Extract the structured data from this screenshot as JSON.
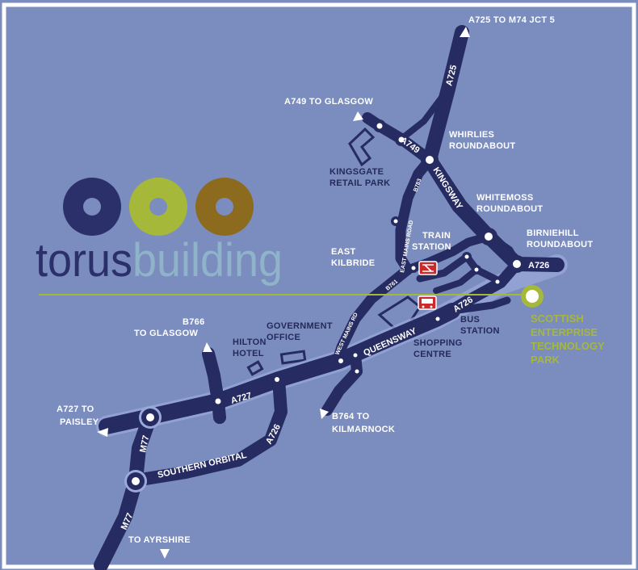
{
  "colors": {
    "background": "#7b8cbe",
    "frame": "#ffffff",
    "road": "#262b62",
    "site_marker": "#a6b83a",
    "logo_dark": "#2b2f6a",
    "logo_olive": "#a6b83a",
    "logo_brown": "#8c6a1e",
    "logo_light": "#8fb3c8",
    "rail_icon": "#c92a2a"
  },
  "logo": {
    "word_dark": "torus",
    "word_light": "building"
  },
  "icons": [
    "rail-icon",
    "bus-icon",
    "arrow-icon",
    "roundabout-icon",
    "site-marker-icon"
  ],
  "destinations": {
    "a725_m74": "A725 TO M74 JCT 5",
    "a749_glasgow": "A749 TO GLASGOW",
    "b766_line1": "B766",
    "b766_line2": "TO GLASGOW",
    "a727_line1": "A727 TO",
    "a727_line2": "PAISLEY",
    "b764_line1": "B764 TO",
    "b764_line2": "KILMARNOCK",
    "ayrshire": "TO AYRSHIRE"
  },
  "places": {
    "whirlies_1": "WHIRLIES",
    "whirlies_2": "ROUNDABOUT",
    "kingsgate_1": "KINGSGATE",
    "kingsgate_2": "RETAIL PARK",
    "whitemoss_1": "WHITEMOSS",
    "whitemoss_2": "ROUNDABOUT",
    "birniehill_1": "BIRNIEHILL",
    "birniehill_2": "ROUNDABOUT",
    "train_1": "TRAIN",
    "train_2": "STATION",
    "ek_1": "EAST",
    "ek_2": "KILBRIDE",
    "bus_1": "BUS",
    "bus_2": "STATION",
    "shopping_1": "SHOPPING",
    "shopping_2": "CENTRE",
    "gov_1": "GOVERNMENT",
    "gov_2": "OFFICE",
    "hilton_1": "HILTON",
    "hilton_2": "HOTEL"
  },
  "site": {
    "line1": "SCOTTISH",
    "line2": "ENTERPRISE",
    "line3": "TECHNOLOGY",
    "line4": "PARK"
  },
  "roads": {
    "a725": "A725",
    "a749": "A749",
    "kingsway": "KINGSWAY",
    "b783": "B783",
    "east_mains_road": "EAST MAINS ROAD",
    "b761": "B761",
    "west_mains_rd": "WEST MAINS RD",
    "queensway": "QUEENSWAY",
    "a726_east": "A726",
    "a726_mid": "A726",
    "a726_south": "A726",
    "a727": "A727",
    "m77_north": "M77",
    "m77_south": "M77",
    "southern_orbital": "SOUTHERN ORBITAL"
  }
}
